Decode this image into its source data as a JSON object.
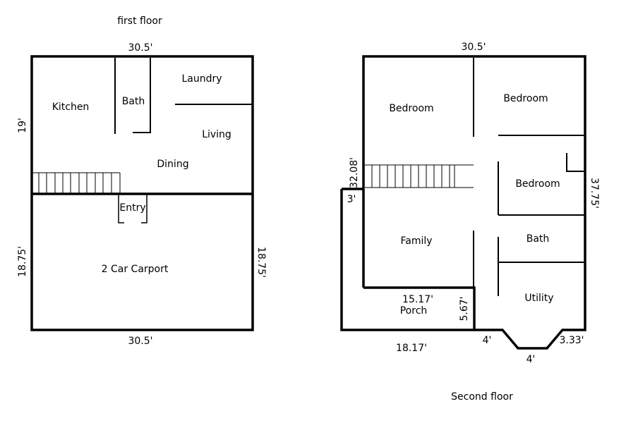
{
  "first_floor": {
    "title": "first floor",
    "dims": {
      "top": "30.5'",
      "bottom": "30.5'",
      "left_upper": "19'",
      "left_lower": "18.75'",
      "right_lower": "18.75'"
    },
    "rooms": {
      "kitchen": "Kitchen",
      "bath": "Bath",
      "laundry": "Laundry",
      "living": "Living",
      "dining": "Dining",
      "entry": "Entry",
      "carport": "2 Car Carport"
    }
  },
  "second_floor": {
    "title": "Second floor",
    "dims": {
      "top": "30.5'",
      "right": "37.75'",
      "stair_left": "32.08'",
      "porch_side": "3'",
      "porch_width": "15.17'",
      "porch_depth": "5.67'",
      "bottom_left": "18.17'",
      "bay_left": "4'",
      "bay_bottom": "4'",
      "bay_right": "3.33'"
    },
    "rooms": {
      "bedroom_1": "Bedroom",
      "bedroom_2": "Bedroom",
      "bedroom_3": "Bedroom",
      "family": "Family",
      "bath": "Bath",
      "utility": "Utility",
      "porch": "Porch"
    }
  }
}
